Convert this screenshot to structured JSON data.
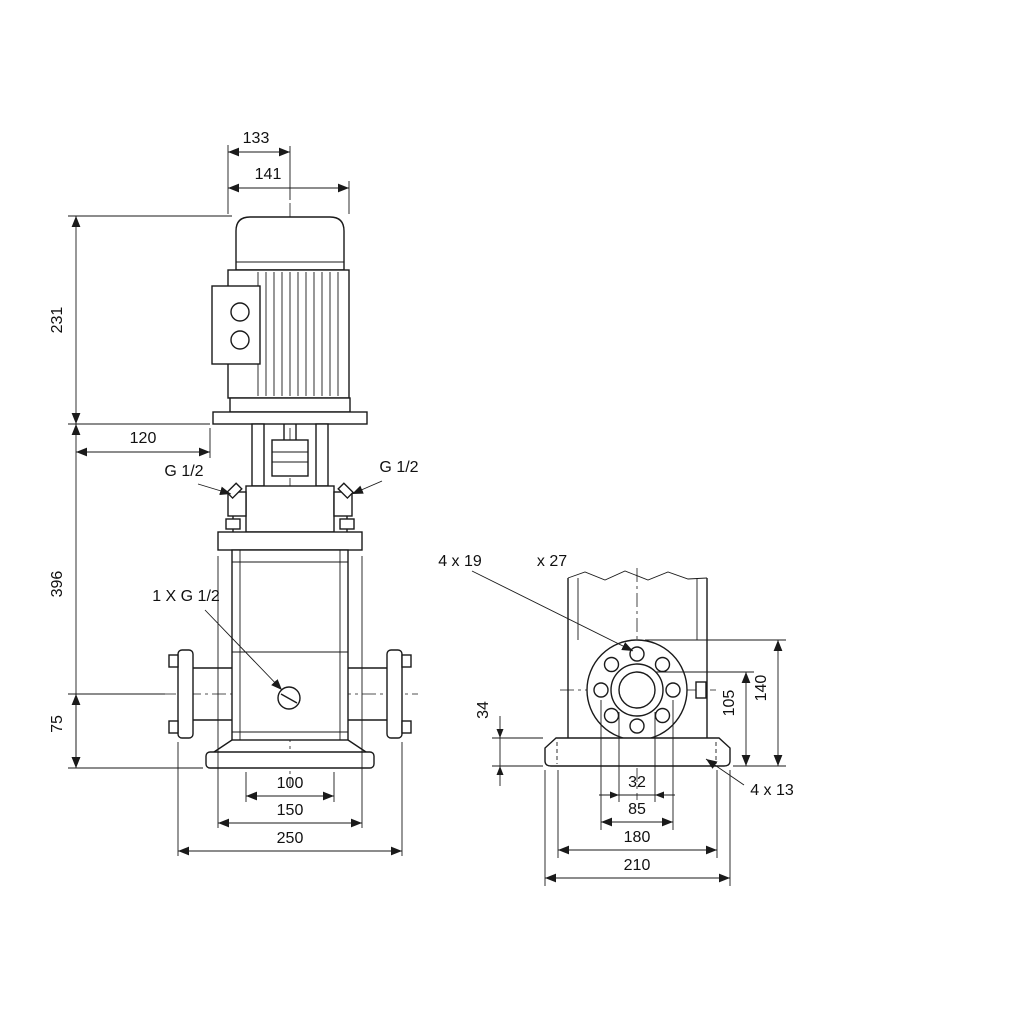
{
  "front_view": {
    "dim_133": "133",
    "dim_141": "141",
    "dim_231": "231",
    "dim_120": "120",
    "port_left": "G 1/2",
    "port_right": "G 1/2",
    "dim_396": "396",
    "drain": "1 X G 1/2",
    "dim_75": "75",
    "dim_100": "100",
    "dim_150": "150",
    "dim_250": "250"
  },
  "side_view": {
    "callout_flange_holes_a": "4 x 19",
    "callout_flange_holes_b": "x 27",
    "dim_34": "34",
    "dim_105": "105",
    "dim_140": "140",
    "dim_32": "32",
    "dim_85": "85",
    "dim_180": "180",
    "dim_210": "210",
    "callout_base_holes": "4 x 13"
  },
  "colors": {
    "line": "#1a1a1a",
    "background": "#ffffff"
  }
}
